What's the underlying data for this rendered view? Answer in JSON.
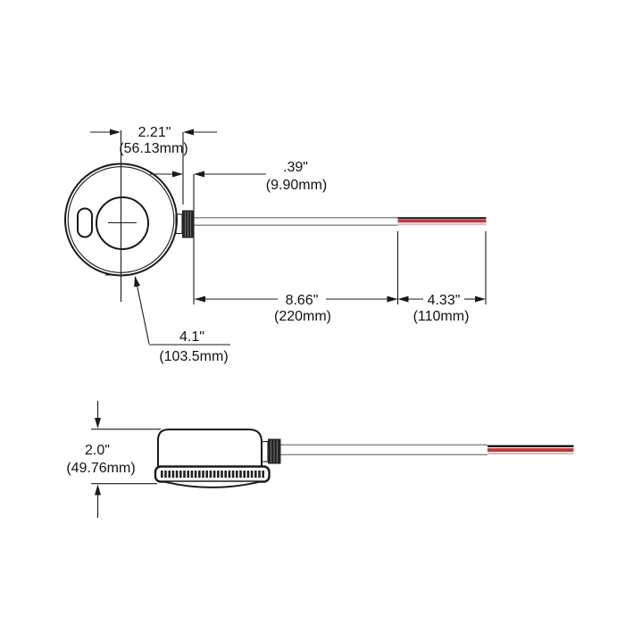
{
  "drawing": {
    "dimensions": {
      "center_to_connector": {
        "inches": "2.21\"",
        "metric": "(56.13mm)"
      },
      "connector_length": {
        "inches": ".39\"",
        "metric": "(9.90mm)"
      },
      "cable_length": {
        "inches": "8.66\"",
        "metric": "(220mm)"
      },
      "lead_length": {
        "inches": "4.33\"",
        "metric": "(110mm)"
      },
      "diameter": {
        "inches": "4.1\"",
        "metric": "(103.5mm)"
      },
      "height": {
        "inches": "2.0\"",
        "metric": "(49.76mm)"
      }
    },
    "colors": {
      "line": "#1a1a1a",
      "wire_black": "#1a1a1a",
      "wire_red": "#c13b3b",
      "wire_pale": "#e3bcbc",
      "cable_outline": "#8d8d8d"
    }
  }
}
